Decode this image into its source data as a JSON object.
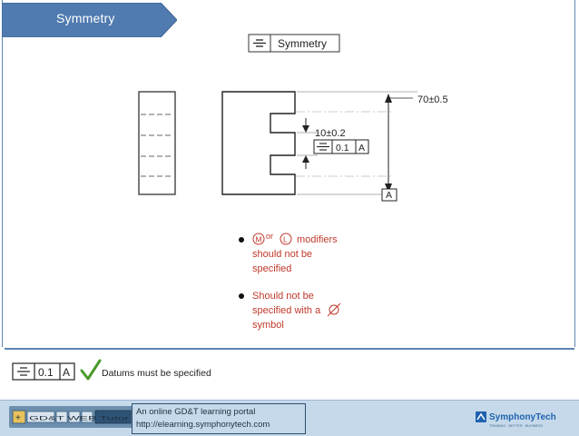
{
  "slide": {
    "title": "Symmetry"
  },
  "drawing": {
    "symmetry_callout_label": "Symmetry",
    "dim_overall": "70±0.5",
    "dim_slot": "10±0.2",
    "frame_tolerance": "0.1",
    "frame_datum": "A",
    "datum_label": "A",
    "symbol_name": "symmetry-symbol"
  },
  "notes": {
    "bullet1_line1_suffix": "modifiers",
    "bullet1_or": "or",
    "bullet1_m": "M",
    "bullet1_l": "L",
    "bullet1_line2": "should not be",
    "bullet1_line3": "specified",
    "bullet2_line1": "Should not be",
    "bullet2_line2": "specified with a",
    "bullet2_line3": "symbol"
  },
  "bottom_example": {
    "tolerance": "0.1",
    "datum": "A",
    "message": "Datums must be specified"
  },
  "footer": {
    "brand_logo_text": "GD&T WEB Tutor",
    "portal_line1": "An online GD&T learning portal",
    "portal_line2": "http://elearning.symphonytech.com",
    "company_logo_text": "SymphonyTech",
    "company_tagline": "TRAINING · BETTER · BUSINESS"
  },
  "colors": {
    "banner": "#4f7bb0",
    "frame": "#5b86b5",
    "footer": "#c6d9ea",
    "check": "#4a9b2c",
    "company": "#1f63b0"
  }
}
